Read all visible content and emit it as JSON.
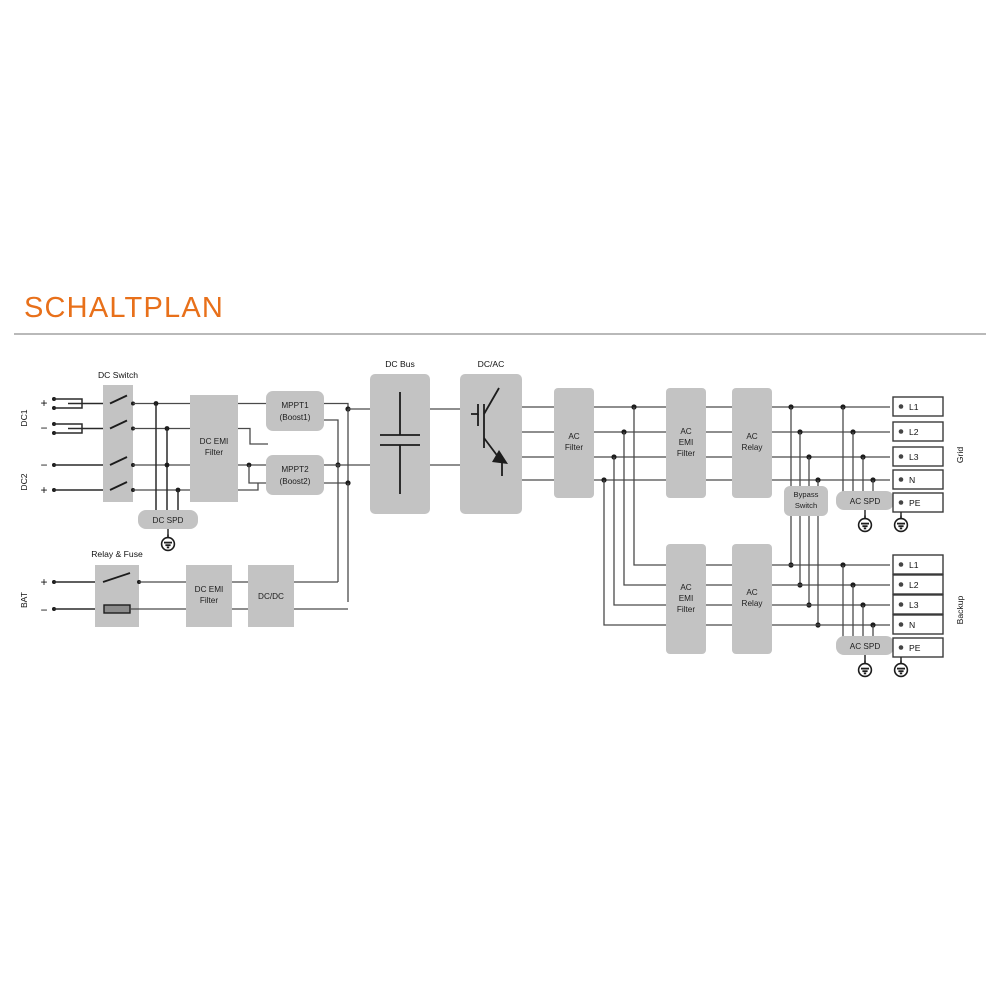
{
  "header": {
    "title": "SCHALTPLAN"
  },
  "diagram": {
    "name": "hybrid-inverter-circuit-schematic",
    "inputs": {
      "dc1": {
        "label": "DC1",
        "plus": "+",
        "minus": "−"
      },
      "dc2": {
        "label": "DC2",
        "minus": "−",
        "plus": "+"
      },
      "bat": {
        "label": "BAT",
        "plus": "+",
        "minus": "−"
      }
    },
    "blocks": {
      "dc_switch": "DC Switch",
      "dc_emi_filter": "DC EMI\nFilter",
      "dc_emi_filter_l1": "DC EMI",
      "dc_emi_filter_l2": "Filter",
      "dc_spd": "DC SPD",
      "mppt1_l1": "MPPT1",
      "mppt1_l2": "(Boost1)",
      "mppt2_l1": "MPPT2",
      "mppt2_l2": "(Boost2)",
      "dc_bus": "DC Bus",
      "dc_ac": "DC/AC",
      "ac_filter_l1": "AC",
      "ac_filter_l2": "Filter",
      "ac_emi_filter_l1": "AC",
      "ac_emi_filter_l2": "EMI",
      "ac_emi_filter_l3": "Filter",
      "ac_relay_l1": "AC",
      "ac_relay_l2": "Relay",
      "bypass_switch_l1": "Bypass",
      "bypass_switch_l2": "Switch",
      "ac_spd": "AC SPD",
      "relay_fuse": "Relay & Fuse",
      "dc_dc": "DC/DC"
    },
    "grid_side": {
      "label": "Grid",
      "terminals": [
        "L1",
        "L2",
        "L3",
        "N",
        "PE"
      ]
    },
    "backup_side": {
      "label": "Backup",
      "terminals": [
        "L1",
        "L2",
        "L3",
        "N",
        "PE"
      ]
    },
    "colors": {
      "accent": "#e8701a",
      "block_fill": "#c3c3c3",
      "wire": "#4a4a4a",
      "terminal_border": "#3a3a3a"
    }
  }
}
